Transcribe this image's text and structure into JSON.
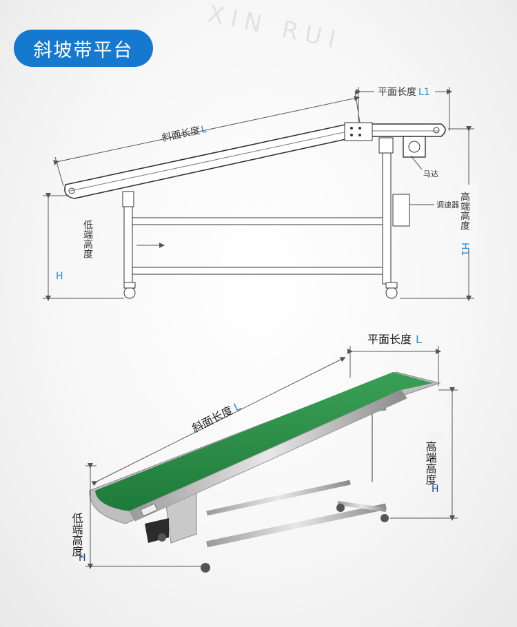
{
  "title": "斜坡带平台",
  "watermark": "XIN RUI",
  "diagram": {
    "flat_length": {
      "text": "平面长度",
      "unit": "L1"
    },
    "slope_length": {
      "text": "斜面长度",
      "unit": "L"
    },
    "high_height": {
      "text": "高端高度",
      "unit": "H1"
    },
    "low_height": {
      "text": "低端高度",
      "unit": "H"
    },
    "motor": "马达",
    "speed_controller": "调速器"
  },
  "photo": {
    "flat_length": {
      "text": "平面长度",
      "unit": "L"
    },
    "slope_length": {
      "text": "斜面长度",
      "unit": "L"
    },
    "high_height": {
      "text": "高端高度",
      "unit": "H"
    },
    "low_height": {
      "text": "低端高度",
      "unit": "H"
    }
  },
  "colors": {
    "title_bg": "#1579cf",
    "accent": "#2a8ad0",
    "belt": "#2f8f4a"
  }
}
